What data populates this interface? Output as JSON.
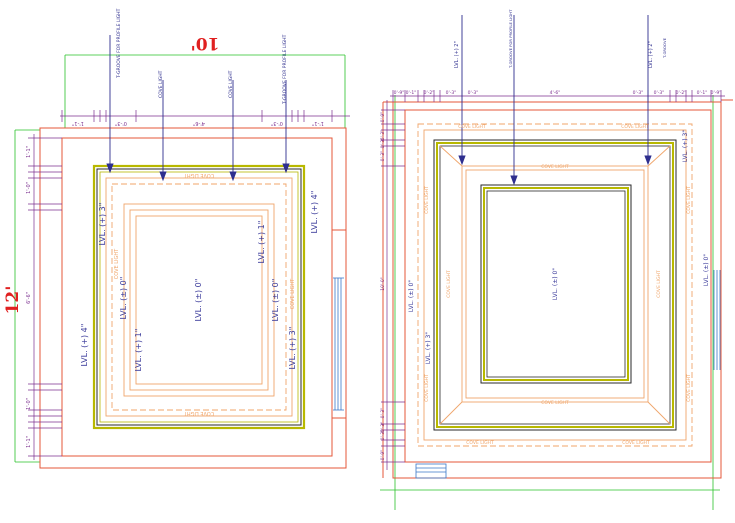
{
  "colors": {
    "wall": "#e4573a",
    "cove": "#f0a56a",
    "dim": "#7b2f8f",
    "grid": "#29c229",
    "beam": "#b8b800",
    "beam_dark": "#2a2a2a",
    "label": "#3a3a9a",
    "arrow": "#2e2e8e",
    "window": "#3a78c8",
    "big_dim": "#e02020"
  },
  "left_plan": {
    "overall_width": "10'",
    "overall_height": "12'",
    "arrow_labels": [
      "T-GROOVE FOR PROFILE LIGHT",
      "COVE LIGHT",
      "COVE LIGHT",
      "T-GROOVE FOR PROFILE LIGHT"
    ],
    "top_dims": [
      "1'-1\"",
      "0'-3\"",
      "4'-6\"",
      "0'-3\"",
      "1'-1\""
    ],
    "side_dims": [
      "1'-1\"",
      "1'-0\"",
      "6'-6\"",
      "1'-0\"",
      "1'-1\""
    ],
    "cove_light_label": "COVE LIGHT",
    "levels": {
      "top_beam": "LVL. (+) 3\"",
      "left_outer": "LVL. (+) 4\"",
      "right_outer": "LVL. (+) 4\"",
      "inner_left_1": "LVL. (±) 0\"",
      "inner_left_2": "LVL. (+) 1\"",
      "center": "LVL. (±) 0\"",
      "inner_right_1": "LVL. (+) 1\"",
      "inner_right_2": "LVL. (±) 0\"",
      "bottom_right": "LVL. (+) 3\""
    }
  },
  "right_plan": {
    "arrow_labels": [
      "LVL. (+) 2\"",
      "T-GROOVE FOR PROFILE LIGHT",
      "LVL. (+) 2\"",
      "T-GROOVE"
    ],
    "top_dims": [
      "0'-9\"",
      "0'-1\"",
      "0'-2\"",
      "0'-3\"",
      "0'-3\"",
      "4'-6\"",
      "0'-3\"",
      "0'-3\"",
      "0'-2\"",
      "0'-1\"",
      "0'-9\""
    ],
    "side_dims": [
      "0'-9\"",
      "0'-3\"",
      "0'-3\"",
      "0'-3\"",
      "10'-0\"",
      "0'-3\"",
      "0'-3\"",
      "0'-3\"",
      "0'-9\""
    ],
    "cove_light_label": "COVE LIGHT",
    "levels": {
      "right_outer": "LVL. (+) 3\"",
      "right_far": "LVL. (±) 0\"",
      "left_1": "LVL. (±) 0\"",
      "left_2": "LVL. (+) 3\"",
      "center": "LVL. (±) 0\""
    }
  }
}
